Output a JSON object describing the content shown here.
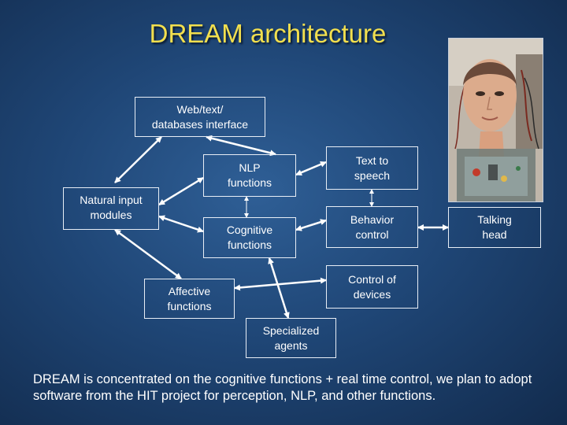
{
  "slide": {
    "title": "DREAM architecture",
    "caption": "DREAM is concentrated on the cognitive functions + real time control, we plan to adopt software from the HIT project for perception, NLP, and other functions."
  },
  "boxes": {
    "web": "Web/text/\ndatabases interface",
    "nlp": "NLP\nfunctions",
    "natural_input": "Natural input\nmodules",
    "cognitive": "Cognitive\nfunctions",
    "affective": "Affective\nfunctions",
    "specialized": "Specialized\nagents",
    "tts": "Text to\nspeech",
    "behavior": "Behavior\ncontrol",
    "devices": "Control of\ndevices",
    "talking_head": "Talking\nhead"
  },
  "colors": {
    "title": "#f2df4e",
    "text": "#ffffff",
    "arrow": "#ffffff"
  },
  "photo": {
    "subject": "robot-head-photo"
  }
}
